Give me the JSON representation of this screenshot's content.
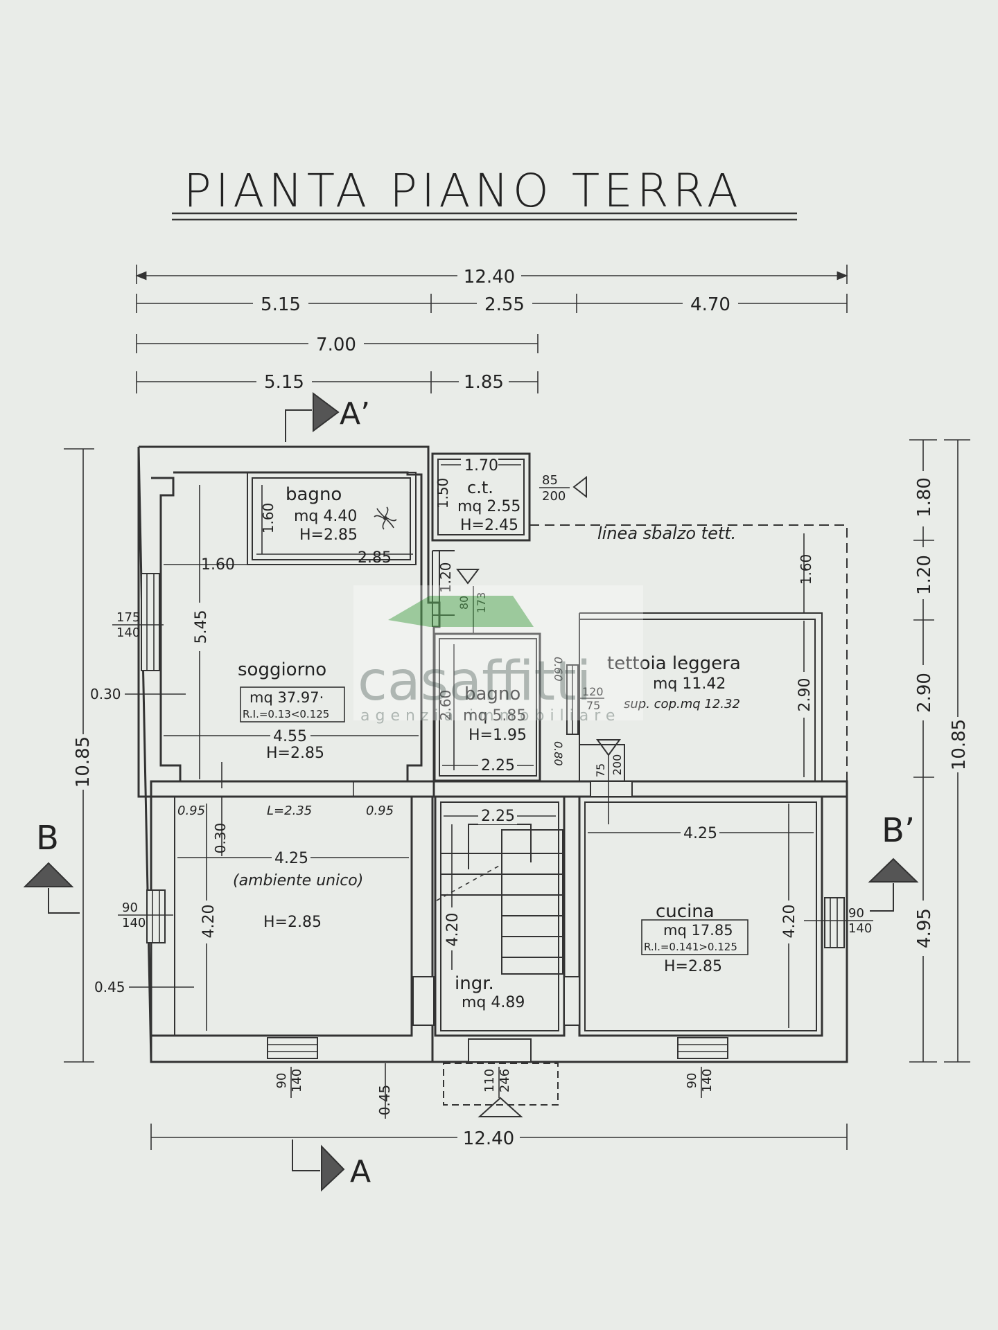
{
  "title": "PIANTA PIANO TERRA",
  "dimensions": {
    "top_total": "12.40",
    "top_a": "5.15",
    "top_b": "2.55",
    "top_c": "4.70",
    "top_d": "7.00",
    "top_e": "5.15",
    "top_f": "1.85",
    "bottom_total": "12.40",
    "left_total": "10.85",
    "right_total": "10.85",
    "right_a": "1.80",
    "right_b": "1.20",
    "right_c": "2.90",
    "right_d": "4.95"
  },
  "sections": {
    "a_top": "A’",
    "a_bottom": "A",
    "b_left": "B",
    "b_right": "B’"
  },
  "rooms": {
    "bagno1": {
      "name": "bagno",
      "area": "mq 4.40",
      "height": "H=2.85",
      "d1": "1.60",
      "d2": "2.85"
    },
    "ct": {
      "name": "c.t.",
      "area": "mq 2.55",
      "height": "H=2.45",
      "d1": "1.70",
      "d2": "1.50",
      "window_w": "85",
      "window_h": "200"
    },
    "soggiorno": {
      "name": "soggiorno",
      "area": "mq 37.97·",
      "ri": "R.I.=0.13<0.125",
      "width": "4.55",
      "height": "H=2.85",
      "d_left": "1.60",
      "d_vert": "5.45"
    },
    "tettoia": {
      "name": "tettoia leggera",
      "area": "mq 11.42",
      "sup": "sup. cop.mq 12.32",
      "d_vert": "2.90",
      "d_top": "1.60"
    },
    "bagno2": {
      "name": "bagno",
      "area": "mq 5.85",
      "height": "H=1.95",
      "width": "2.25",
      "d_vert": "2.60",
      "h_a": "0.60",
      "h_b": "0.80",
      "door_w": "120",
      "door_h": "75"
    },
    "ambiente": {
      "name": "(ambiente unico)",
      "height": "H=2.85",
      "width": "4.25",
      "d_vert": "4.20",
      "d_030": "0.30",
      "l_left": "0.95",
      "l_mid": "L=2.35",
      "l_right": "0.95"
    },
    "ingresso": {
      "name": "ingr.",
      "area": "mq 4.89",
      "width": "2.25",
      "d_vert": "4.20"
    },
    "cucina": {
      "name": "cucina",
      "area": "mq 17.85",
      "ri": "R.I.=0.141>0.125",
      "height": "H=2.85",
      "width": "4.25",
      "d_vert": "4.20"
    }
  },
  "labels": {
    "linea": "linea sbalzo tett.",
    "d_120": "1.20",
    "d_173": "173",
    "d_80": "80",
    "d_75": "75",
    "d_200": "200",
    "wall_030": "0.30",
    "wall_045": "0.45",
    "wall_045b": "0.45",
    "win_left1_w": "175",
    "win_left1_h": "140",
    "win_left2_w": "90",
    "win_left2_h": "140",
    "win_right_w": "90",
    "win_right_h": "140",
    "win_bot1_w": "90",
    "win_bot1_h": "140",
    "win_bot2_w": "90",
    "win_bot2_h": "140",
    "door_main_w": "110",
    "door_main_h": "246"
  },
  "watermark": {
    "name": "casaffitti",
    "tagline": "agenzia immobiliare"
  }
}
